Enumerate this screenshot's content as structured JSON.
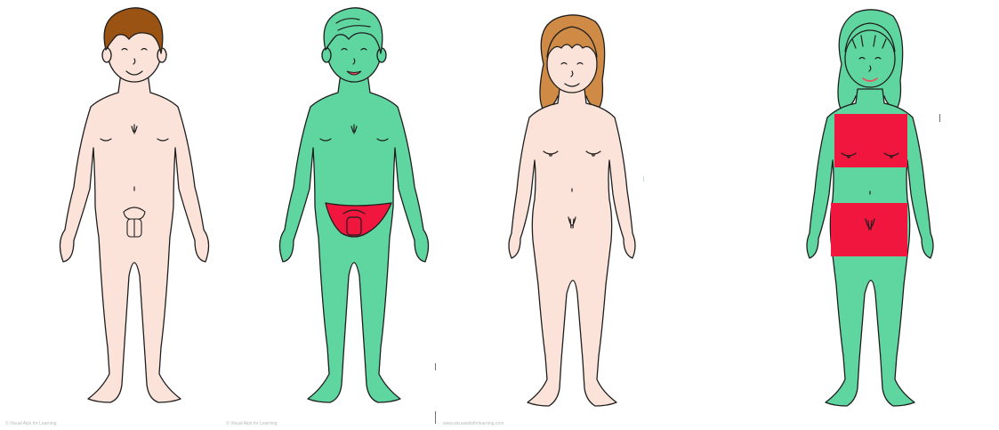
{
  "colors": {
    "skin": "#fbe3d9",
    "green": "#5fd69f",
    "red": "#f0163d",
    "outline": "#1e1e1e",
    "hair_brown": "#9a5312",
    "hair_light": "#cf8a45",
    "mouth": "#ee4b5a"
  },
  "figures": [
    {
      "name": "boy",
      "hair": "short",
      "fill": "skin",
      "covered_zones": []
    },
    {
      "name": "boy",
      "hair": "short",
      "fill": "green",
      "covered_zones": [
        "underwear"
      ]
    },
    {
      "name": "girl",
      "hair": "long",
      "fill": "skin",
      "covered_zones": []
    },
    {
      "name": "girl",
      "hair": "long",
      "fill": "green",
      "covered_zones": [
        "chest",
        "underwear"
      ]
    }
  ],
  "footer": {
    "left": "© Visual Aids for Learning",
    "mid_left": "© Visual Aids for Learning",
    "center": "www.visualaidsforlearning.com"
  }
}
